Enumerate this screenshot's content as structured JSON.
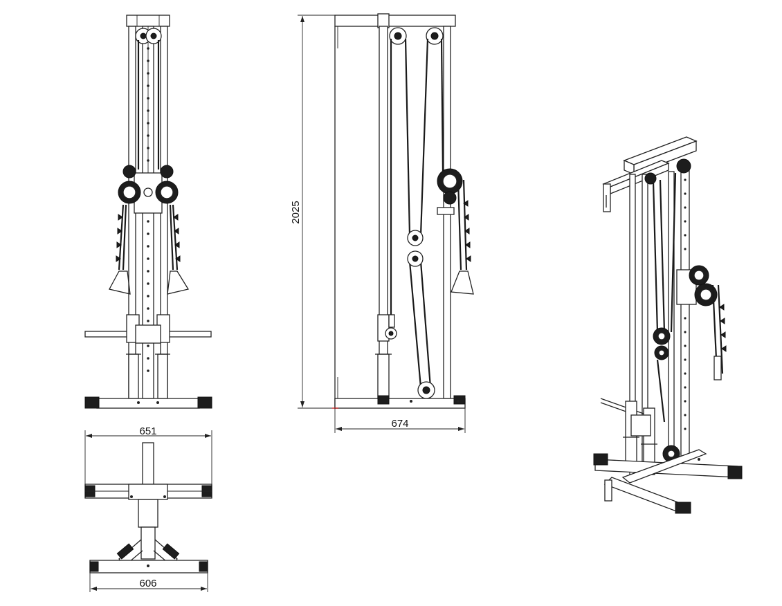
{
  "dimensions": {
    "height": "2025",
    "side_depth": "674",
    "top_width": "651",
    "base_width": "606"
  },
  "colors": {
    "line": "#222222",
    "dark_fill": "#1d1d1d",
    "dimension_origin_marker": "#cc2222"
  }
}
